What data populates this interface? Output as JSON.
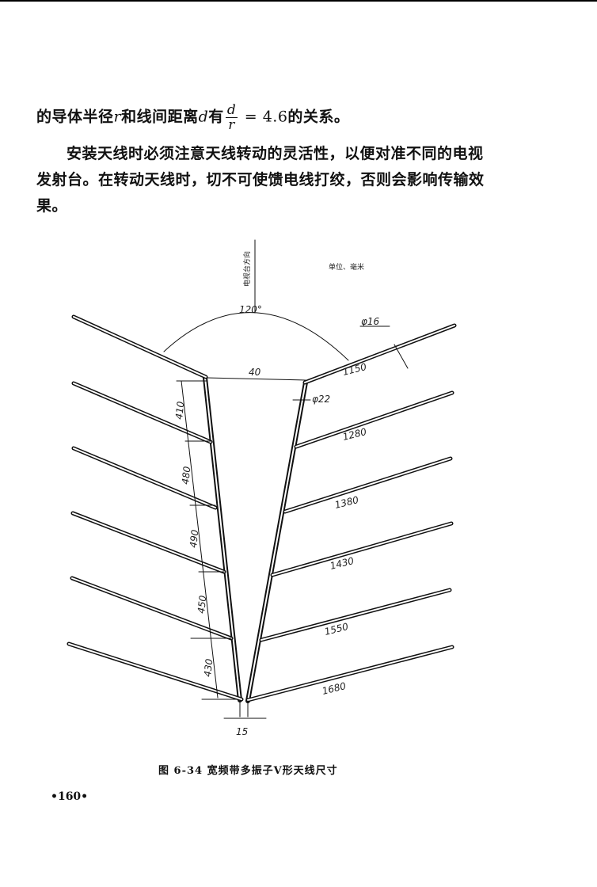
{
  "paragraph1": {
    "prefix": "的导体半径",
    "var_r": "r",
    "mid": "和线间距离",
    "var_d": "d",
    "has": "有",
    "frac_num": "d",
    "frac_den": "r",
    "value": " = 4.6",
    "suffix": "的关系。"
  },
  "paragraph2": "安装天线时必须注意天线转动的灵活性，以便对准不同的电视发射台。在转动天线时，切不可使馈电线打绞，否则会影响传输效果。",
  "figure": {
    "unit_note": "单位、毫米",
    "direction_label": "电视台方向",
    "angle": "120°",
    "top_gap": "40",
    "bottom_gap": "15",
    "rod_diameter": "φ16",
    "boom_diameter": "φ22",
    "right_lengths": [
      "1150",
      "1280",
      "1380",
      "1430",
      "1550",
      "1680"
    ],
    "left_spacings": [
      "410",
      "480",
      "490",
      "450",
      "430"
    ]
  },
  "caption": "图 6-34  宽频带多振子V形天线尺寸",
  "page_number": "•160•"
}
